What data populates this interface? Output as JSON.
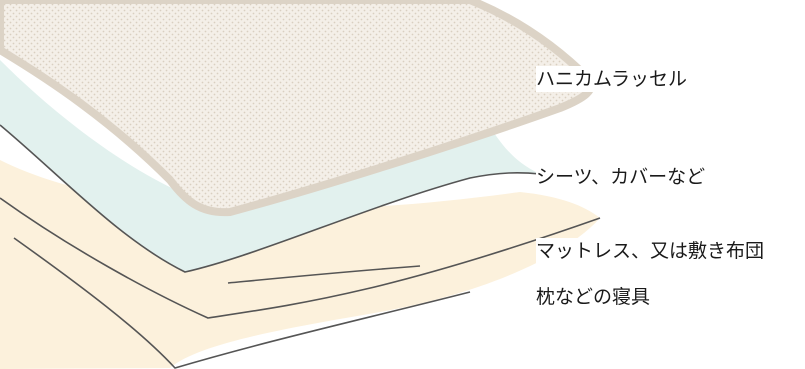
{
  "layers": {
    "mesh": {
      "label": "ハニカムラッセル",
      "color": "#f4efe8"
    },
    "sheet": {
      "label": "シーツ、カバーなど",
      "color": "#e2f1ee"
    },
    "bedding": {
      "label_line1": "マットレス、又は敷き布団",
      "label_line2": "枕などの寝具",
      "color": "#fcf1dc"
    }
  },
  "colors": {
    "outline": "#555555",
    "mesh_border": "#dcd3c6",
    "mesh_dots": "#d9cfc1"
  }
}
